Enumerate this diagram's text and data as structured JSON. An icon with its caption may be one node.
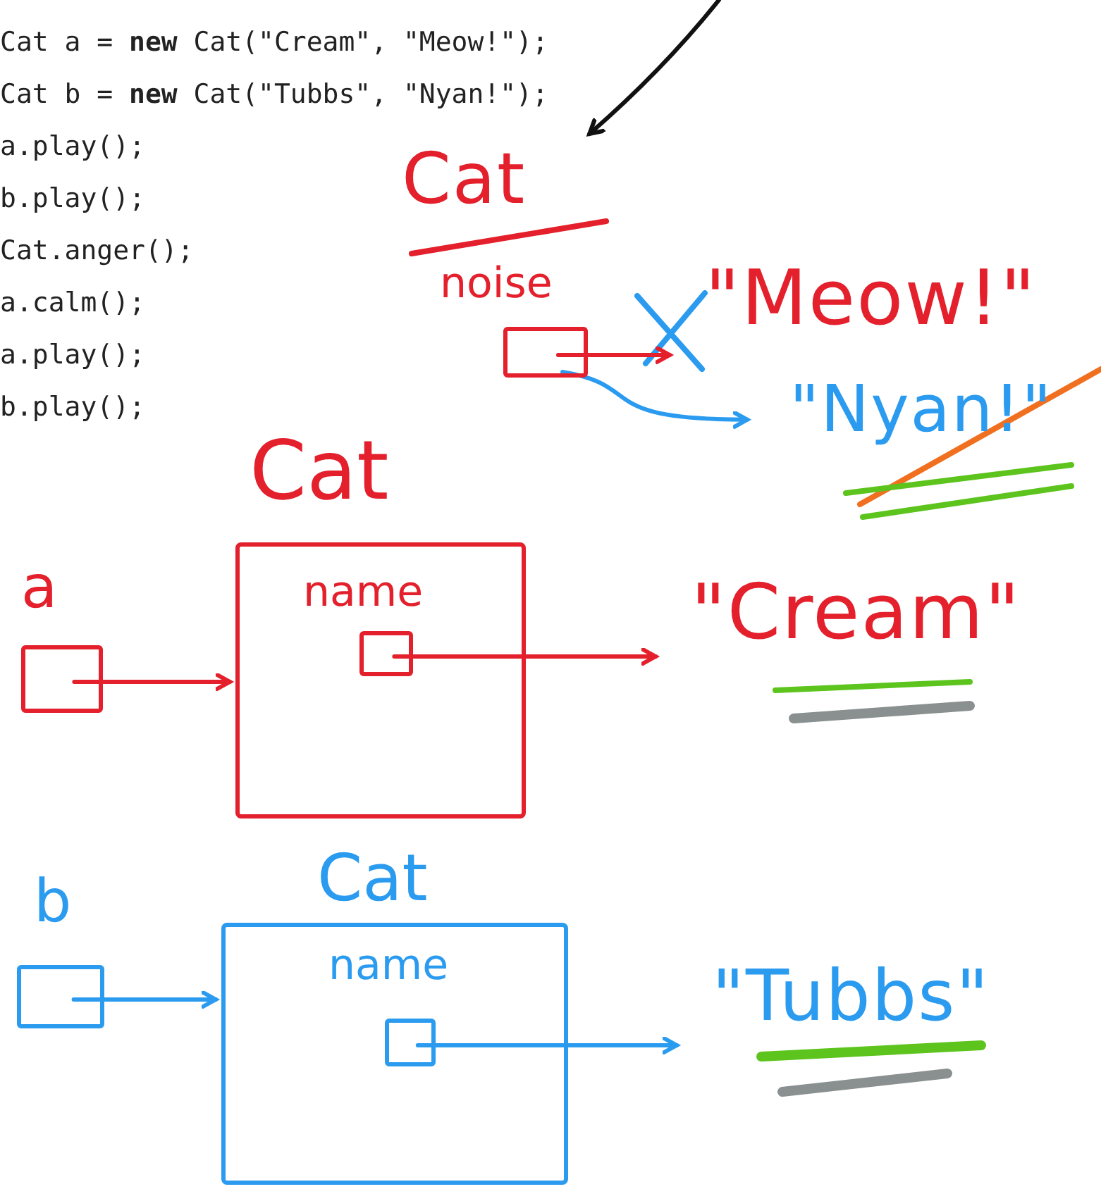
{
  "diagram": {
    "nodes": [
      {
        "text": [
          "Cat"
        ]
      },
      {
        "text": [],
        "shape": "box",
        "beside": [
          "noise"
        ]
      },
      {
        "text": [
          "\"Meow!\""
        ]
      },
      {
        "text": [
          "\"Nyan!\""
        ]
      },
      {
        "text": [
          "Cat"
        ]
      },
      {
        "text": [],
        "shape": "box",
        "beside": [
          "name"
        ],
        "in": 4
      },
      {
        "text": [],
        "shape": "box",
        "beside": [
          "a"
        ]
      },
      {
        "text": [
          "\"Cream\""
        ]
      },
      {
        "text": [
          "Cat"
        ]
      },
      {
        "text": [],
        "shape": "box",
        "beside": [
          "name"
        ],
        "in": 8
      },
      {
        "text": [],
        "shape": "box",
        "beside": [
          "b"
        ]
      },
      {
        "text": [
          "\"Tubbs\""
        ]
      }
    ],
    "edges": [
      {
        "from": null,
        "to": 0,
        "arrow": "to",
        "color": "#111111"
      },
      {
        "from": 1,
        "to": 2,
        "arrow": "to",
        "color": "#e3202b"
      },
      {
        "from": 1,
        "to": 3,
        "arrow": "to",
        "color": "#2b9bf0"
      },
      {
        "from": 6,
        "to": 4,
        "arrow": "to",
        "color": "#e3202b"
      },
      {
        "from": 5,
        "to": 7,
        "arrow": "to",
        "color": "#e3202b"
      },
      {
        "from": 10,
        "to": 8,
        "arrow": "to",
        "color": "#2b9bf0"
      },
      {
        "from": 9,
        "to": 11,
        "arrow": "to",
        "color": "#2b9bf0"
      }
    ],
    "labels": [
      "Cat a = **new** Cat(\"Cream\", \"Meow!\");",
      "Cat b = **new** Cat(\"Tubbs\", \"Nyan!\");",
      "a.play();",
      "b.play();",
      "Cat.anger();",
      "a.calm();",
      "a.play();",
      "b.play();"
    ]
  }
}
